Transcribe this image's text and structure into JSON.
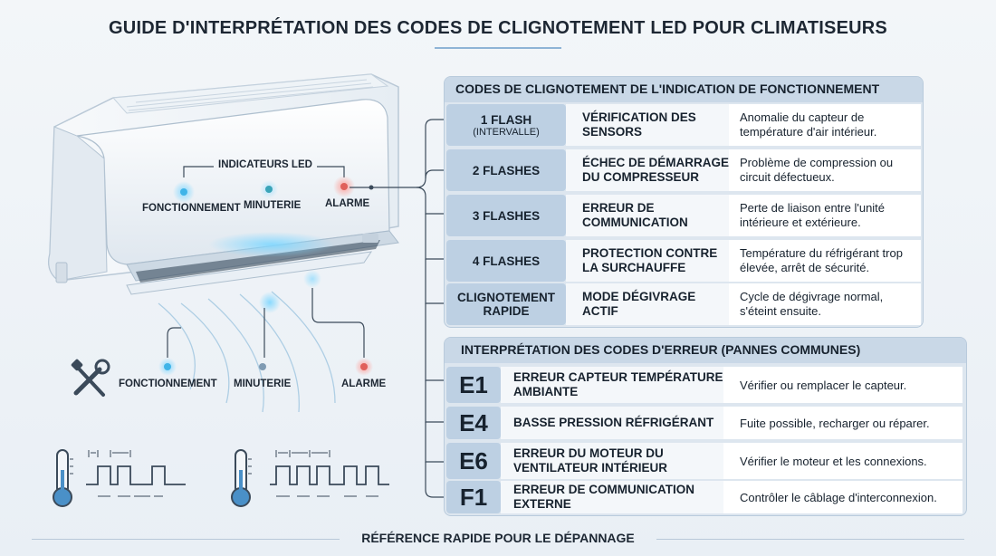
{
  "title": "GUIDE D'INTERPRÉTATION DES CODES DE CLIGNOTEMENT LED POUR CLIMATISEURS",
  "footer": "RÉFÉRENCE RAPIDE POUR LE DÉPANNAGE",
  "unit_labels": {
    "indicators": "INDICATEURS LED",
    "fonctionnement": "FONCTIONNEMENT",
    "minuterie": "MINUTERIE",
    "alarme": "ALARME"
  },
  "lower_labels": {
    "fonctionnement": "FONCTIONNEMENT",
    "minuterie": "MINUTERIE",
    "alarme": "ALARME"
  },
  "blink_panel": {
    "heading": "CODES DE CLIGNOTEMENT DE L'INDICATION DE FONCTIONNEMENT",
    "rows": [
      {
        "code": "1 FLASH",
        "sub": "(INTERVALLE)",
        "title": "VÉRIFICATION DES SENSORS",
        "desc": "Anomalie du capteur de température d'air intérieur."
      },
      {
        "code": "2 FLASHES",
        "sub": "",
        "title": "ÉCHEC DE DÉMARRAGE DU COMPRESSEUR",
        "desc": "Problème de compression ou circuit défectueux."
      },
      {
        "code": "3 FLASHES",
        "sub": "",
        "title": "ERREUR DE COMMUNICATION",
        "desc": "Perte de liaison entre l'unité intérieure et extérieure."
      },
      {
        "code": "4 FLASHES",
        "sub": "",
        "title": "PROTECTION CONTRE LA SURCHAUFFE",
        "desc": "Température du réfrigérant trop élevée, arrêt de sécurité."
      },
      {
        "code": "CLIGNOTEMENT RAPIDE",
        "sub": "",
        "title": "MODE DÉGIVRAGE ACTIF",
        "desc": "Cycle de dégivrage normal, s'éteint ensuite."
      }
    ]
  },
  "error_panel": {
    "heading": "INTERPRÉTATION DES CODES D'ERREUR (PANNES COMMUNES)",
    "rows": [
      {
        "code": "E1",
        "title": "ERREUR CAPTEUR TEMPÉRATURE AMBIANTE",
        "desc": "Vérifier ou remplacer le capteur."
      },
      {
        "code": "E4",
        "title": "BASSE PRESSION RÉFRIGÉRANT",
        "desc": "Fuite possible, recharger ou réparer."
      },
      {
        "code": "E6",
        "title": "ERREUR DU MOTEUR DU VENTILATEUR INTÉRIEUR",
        "desc": "Vérifier le moteur et les connexions."
      },
      {
        "code": "F1",
        "title": "ERREUR DE COMMUNICATION EXTERNE",
        "desc": "Contrôler le câblage d'interconnexion."
      }
    ]
  },
  "colors": {
    "led_blue": "#3fb4e8",
    "led_teal": "#3aa4b8",
    "led_red": "#e0605a",
    "led_gray": "#7f9bb3"
  },
  "icons": [
    "wrench-screwdriver-icon",
    "thermometer-icon",
    "pulse-waveform-icon"
  ]
}
